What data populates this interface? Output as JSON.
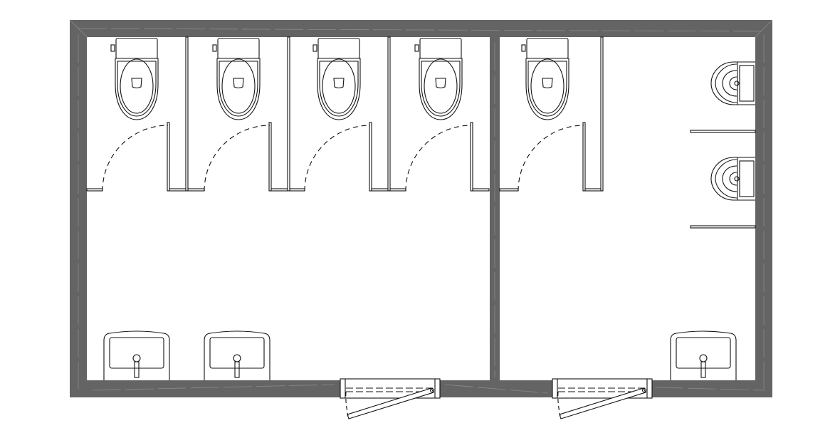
{
  "plan": {
    "rooms": [
      "left-restroom",
      "right-restroom"
    ],
    "fixtures": {
      "toilet_stalls": 5,
      "urinals": 2,
      "sinks": 3,
      "entrance_doors": 2
    }
  },
  "colors": {
    "wall": "#646464",
    "wall_highlight": "#8a8a8a",
    "line": "#111111",
    "background": "#ffffff"
  }
}
